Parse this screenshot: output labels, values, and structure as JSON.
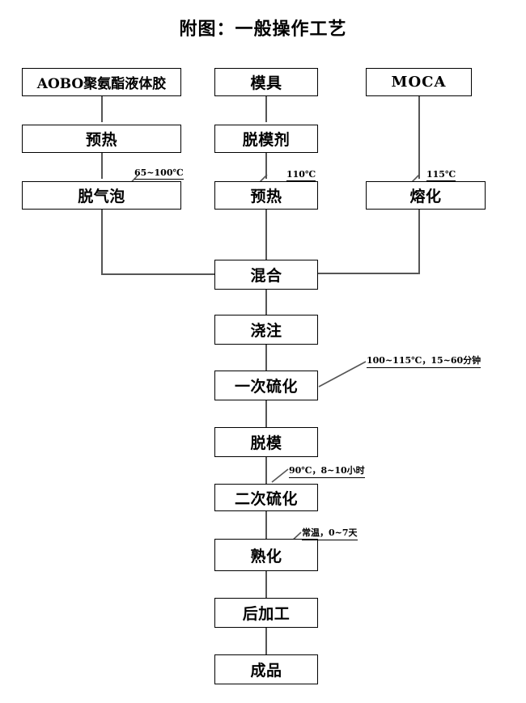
{
  "title": "附图：一般操作工艺",
  "diagram": {
    "type": "process-flowchart",
    "nodes": [
      {
        "id": "aobo",
        "label": "AOBO聚氨酯液体胶",
        "column": "left",
        "row": 1
      },
      {
        "id": "mold",
        "label": "模具",
        "column": "middle",
        "row": 1
      },
      {
        "id": "moca",
        "label": "MOCA",
        "column": "right",
        "row": 1
      },
      {
        "id": "preheat1",
        "label": "预热",
        "column": "left",
        "row": 2
      },
      {
        "id": "release",
        "label": "脱模剂",
        "column": "middle",
        "row": 2
      },
      {
        "id": "degas",
        "label": "脱气泡",
        "column": "left",
        "row": 3
      },
      {
        "id": "preheat2",
        "label": "预热",
        "column": "middle",
        "row": 3
      },
      {
        "id": "melt",
        "label": "熔化",
        "column": "right",
        "row": 3
      },
      {
        "id": "mix",
        "label": "混合",
        "column": "middle",
        "row": 4
      },
      {
        "id": "pour",
        "label": "浇注",
        "column": "middle",
        "row": 5
      },
      {
        "id": "cure1",
        "label": "一次硫化",
        "column": "middle",
        "row": 6
      },
      {
        "id": "demold",
        "label": "脱模",
        "column": "middle",
        "row": 7
      },
      {
        "id": "cure2",
        "label": "二次硫化",
        "column": "middle",
        "row": 8
      },
      {
        "id": "maturing",
        "label": "熟化",
        "column": "middle",
        "row": 9
      },
      {
        "id": "postproc",
        "label": "后加工",
        "column": "middle",
        "row": 10
      },
      {
        "id": "product",
        "label": "成品",
        "column": "middle",
        "row": 11
      }
    ],
    "annotations": [
      {
        "id": "annot-degas",
        "target": "degas",
        "text": "65~100℃"
      },
      {
        "id": "annot-preheat2",
        "target": "preheat2",
        "text": "110℃"
      },
      {
        "id": "annot-melt",
        "target": "melt",
        "text": "115℃"
      },
      {
        "id": "annot-cure1",
        "target": "cure1",
        "text": "100~115℃，15~60分钟"
      },
      {
        "id": "annot-cure2",
        "target": "cure2",
        "text": "90℃，8~10小时"
      },
      {
        "id": "annot-matur",
        "target": "maturing",
        "text": "常温，0~7天"
      }
    ],
    "edges": [
      {
        "from": "aobo",
        "to": "preheat1"
      },
      {
        "from": "preheat1",
        "to": "degas"
      },
      {
        "from": "degas",
        "to": "mix"
      },
      {
        "from": "mold",
        "to": "release"
      },
      {
        "from": "release",
        "to": "preheat2"
      },
      {
        "from": "preheat2",
        "to": "mix"
      },
      {
        "from": "moca",
        "to": "melt"
      },
      {
        "from": "melt",
        "to": "mix"
      },
      {
        "from": "mix",
        "to": "pour"
      },
      {
        "from": "pour",
        "to": "cure1"
      },
      {
        "from": "cure1",
        "to": "demold"
      },
      {
        "from": "demold",
        "to": "cure2"
      },
      {
        "from": "cure2",
        "to": "maturing"
      },
      {
        "from": "maturing",
        "to": "postproc"
      },
      {
        "from": "postproc",
        "to": "product"
      }
    ]
  },
  "colors": {
    "box_border": "#000000",
    "edge_line": "#555555",
    "text": "#000000",
    "background": "#ffffff"
  }
}
